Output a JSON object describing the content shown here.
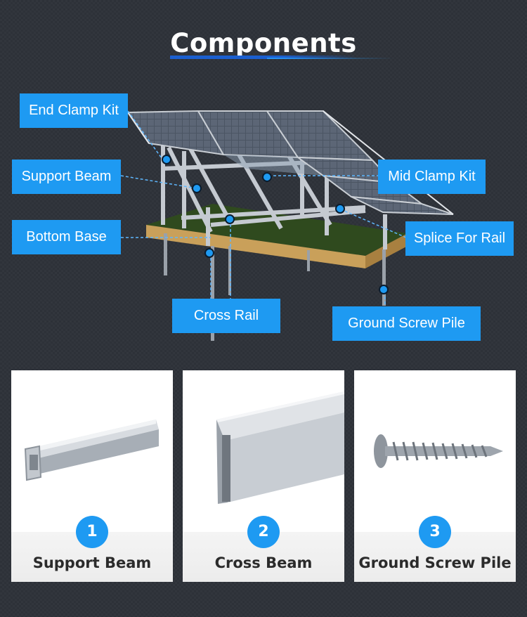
{
  "header": {
    "title": "Components"
  },
  "callouts": {
    "end_clamp_kit": "End Clamp Kit",
    "support_beam": "Support Beam",
    "bottom_base": "Bottom Base",
    "cross_rail": "Cross Rail",
    "mid_clamp_kit": "Mid Clamp Kit",
    "splice_for_rail": "Splice For Rail",
    "ground_screw_pile": "Ground Screw Pile"
  },
  "cards": [
    {
      "number": "1",
      "label": "Support Beam",
      "icon": "support-beam-icon"
    },
    {
      "number": "2",
      "label": "Cross Beam",
      "icon": "cross-beam-icon"
    },
    {
      "number": "3",
      "label": "Ground Screw Pile",
      "icon": "ground-screw-pile-icon"
    }
  ],
  "colors": {
    "background": "#2d3138",
    "accent": "#1e9af2",
    "title_underline": "#1b5fcf",
    "ground_green": "#2f4a1e",
    "ground_soil": "#c9a05a"
  }
}
